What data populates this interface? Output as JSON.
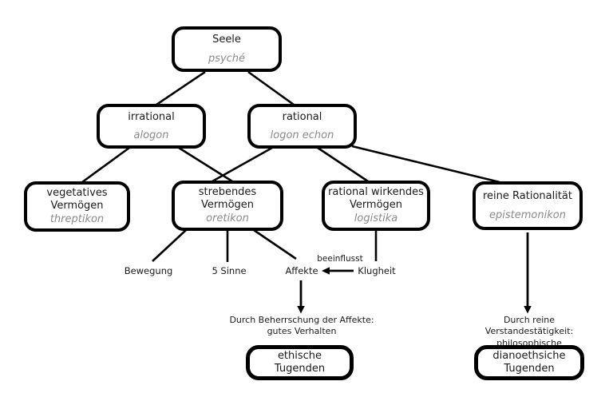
{
  "nodes": {
    "seele": {
      "label": "Seele",
      "sublabel": "psyché"
    },
    "irrational": {
      "label": "irrational",
      "sublabel": "alogon"
    },
    "rational": {
      "label": "rational",
      "sublabel": "logon echon"
    },
    "vegetatives": {
      "label": "vegetatives\nVermögen",
      "sublabel": "threptikon"
    },
    "strebendes": {
      "label": "strebendes\nVermögen",
      "sublabel": "oretikon"
    },
    "rational_wirkendes": {
      "label": "rational wirkendes\nVermögen",
      "sublabel": "logistika"
    },
    "reine_rationalitaet": {
      "label": "reine Rationalität",
      "sublabel": "epistemonikon"
    },
    "ethische_tugenden": {
      "label": "ethische\nTugenden"
    },
    "dianoethische_tugenden": {
      "label": "dianoethsiche\nTugenden"
    }
  },
  "leaves": {
    "bewegung": "Bewegung",
    "fuenf_sinne": "5 Sinne",
    "affekte": "Affekte",
    "klugheit": "Klugheit"
  },
  "edge_labels": {
    "beeinflusst": "beeinflusst"
  },
  "annotations": {
    "ethisch": "Durch Beherrschung der Affekte:\ngutes Verhalten",
    "dianoetisch": "Durch reine Verstandestätigkeit:\nphilosophische Betrachtungen"
  },
  "colors": {
    "line": "#000000",
    "border": "#000000",
    "text": "#1a1a1a",
    "subtext": "#8a8a8a",
    "background": "#ffffff"
  }
}
